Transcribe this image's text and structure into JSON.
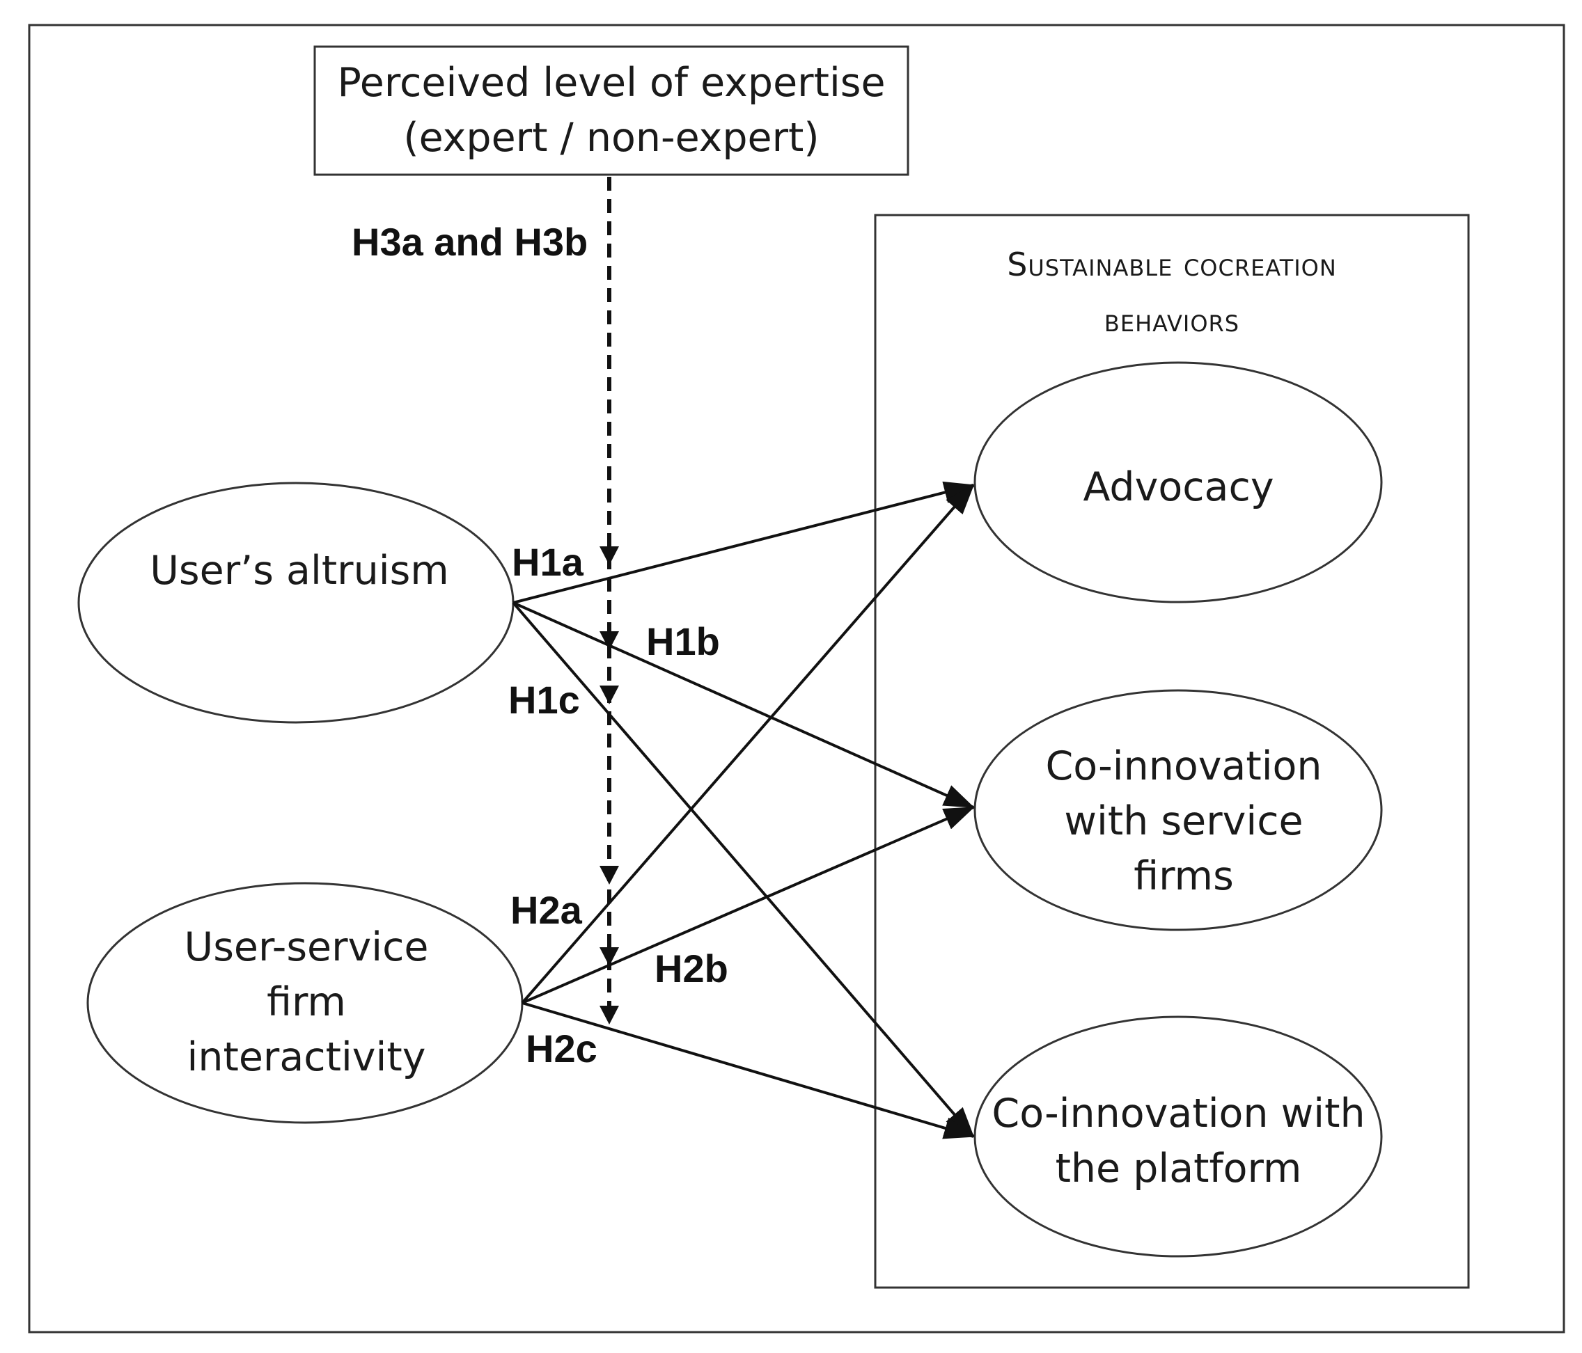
{
  "moderator": {
    "lines": [
      "Perceived level of expertise",
      "(expert / non-expert)"
    ]
  },
  "group": {
    "title_lines": [
      "Sustainable cocreation",
      "behaviors"
    ]
  },
  "nodes": {
    "altruism": {
      "lines": [
        "User’s altruism"
      ]
    },
    "interactivity": {
      "lines": [
        "User-service",
        "firm",
        "interactivity"
      ]
    },
    "advocacy": {
      "lines": [
        "Advocacy"
      ]
    },
    "coinnovation_service": {
      "lines": [
        "Co-innovation",
        "with service",
        "firms"
      ]
    },
    "coinnovation_platform": {
      "lines": [
        "Co-innovation with",
        "the platform"
      ]
    }
  },
  "hypotheses": {
    "h3": "H3a and H3b",
    "h1a": "H1a",
    "h1b": "H1b",
    "h1c": "H1c",
    "h2a": "H2a",
    "h2b": "H2b",
    "h2c": "H2c"
  },
  "colors": {
    "line": "#111111",
    "frame": "#333333",
    "background": "#ffffff"
  }
}
